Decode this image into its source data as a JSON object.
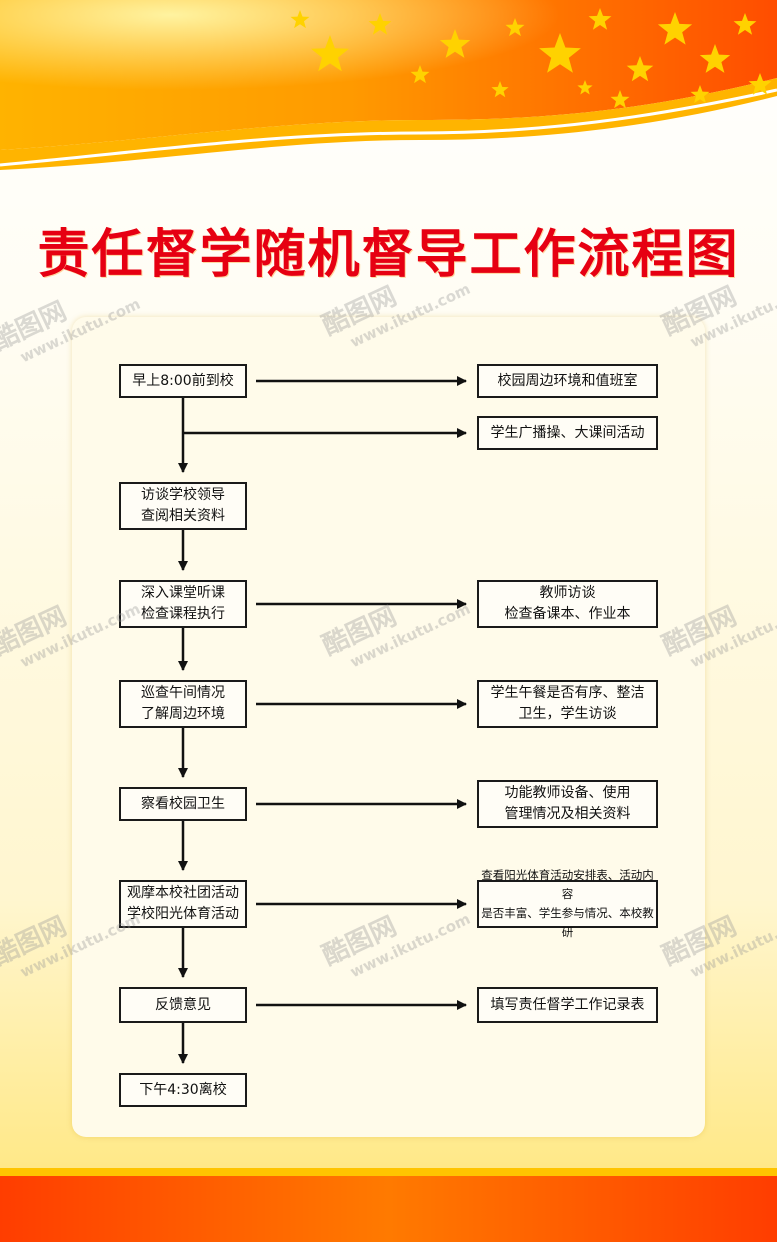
{
  "title": "责任督学随机督导工作流程图",
  "watermark": {
    "brand": "酷图网",
    "url": "www.ikutu.com"
  },
  "flow": {
    "left": [
      {
        "id": "L1",
        "lines": [
          "早上8:00前到校"
        ]
      },
      {
        "id": "L2",
        "lines": [
          "访谈学校领导",
          "查阅相关资料"
        ]
      },
      {
        "id": "L3",
        "lines": [
          "深入课堂听课",
          "检查课程执行"
        ]
      },
      {
        "id": "L4",
        "lines": [
          "巡查午间情况",
          "了解周边环境"
        ]
      },
      {
        "id": "L5",
        "lines": [
          "察看校园卫生"
        ]
      },
      {
        "id": "L6",
        "lines": [
          "观摩本校社团活动",
          "学校阳光体育活动"
        ]
      },
      {
        "id": "L7",
        "lines": [
          "反馈意见"
        ]
      },
      {
        "id": "L8",
        "lines": [
          "下午4:30离校"
        ]
      }
    ],
    "right": [
      {
        "id": "R1",
        "lines": [
          "校园周边环境和值班室"
        ]
      },
      {
        "id": "R2",
        "lines": [
          "学生广播操、大课间活动"
        ]
      },
      {
        "id": "R3",
        "lines": [
          "教师访谈",
          "检查备课本、作业本"
        ]
      },
      {
        "id": "R4",
        "lines": [
          "学生午餐是否有序、整洁",
          "卫生，学生访谈"
        ]
      },
      {
        "id": "R5",
        "lines": [
          "功能教师设备、使用",
          "管理情况及相关资料"
        ]
      },
      {
        "id": "R6",
        "lines": [
          "查看阳光体育活动安排表、活动内容",
          "是否丰富、学生参与情况、本校教研"
        ]
      },
      {
        "id": "R7",
        "lines": [
          "填写责任督学工作记录表"
        ]
      }
    ]
  },
  "colors": {
    "title": "#e60012",
    "line": "#111111",
    "banner": "#ff6a00",
    "star": "#ffd200"
  }
}
